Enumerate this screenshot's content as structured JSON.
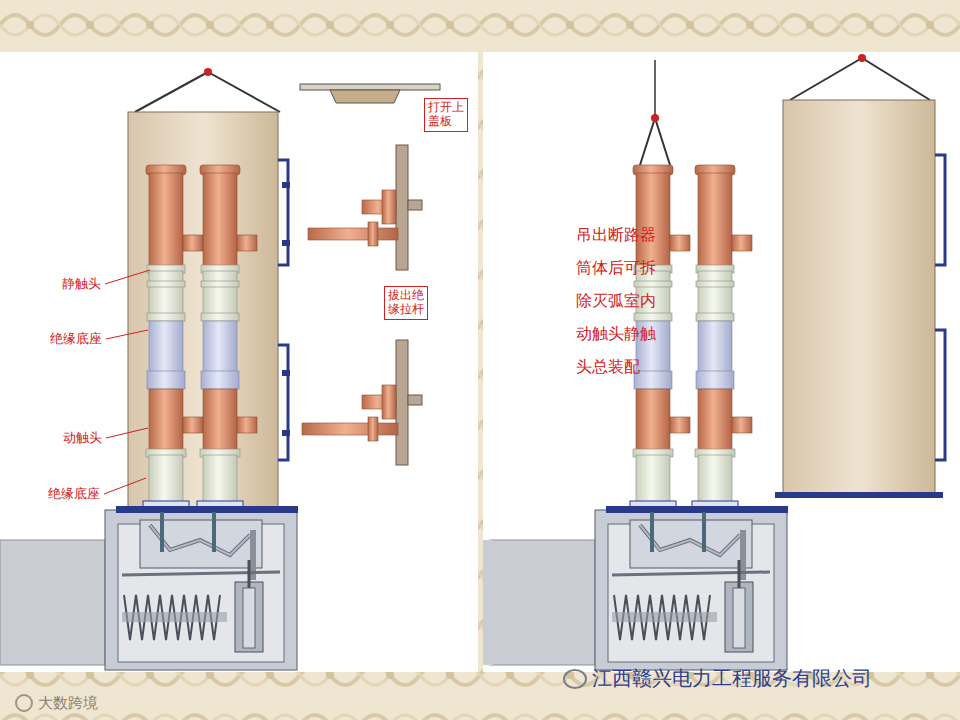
{
  "diagram": {
    "nodes": [
      {
        "text": [
          "打开上盖板"
        ]
      },
      {
        "text": [
          "拔出绝缘拉杆"
        ]
      }
    ],
    "labels": [
      "静触头",
      "绝缘底座",
      "动触头",
      "绝缘底座",
      "吊出断路器筒体后可拆除灭弧室内动触头静触头总装配",
      "江西赣兴电力工程服务有限公司",
      "大数跨境"
    ]
  }
}
